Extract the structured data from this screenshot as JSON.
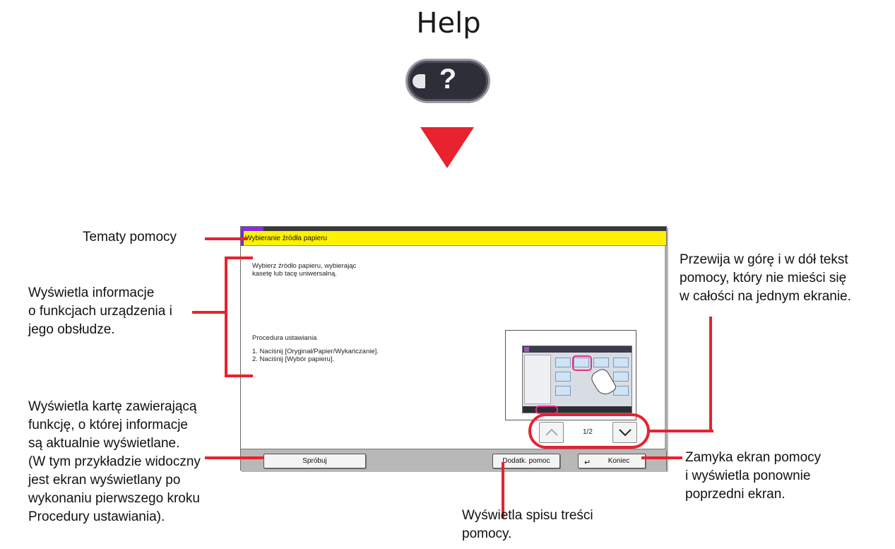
{
  "header": {
    "title": "Help",
    "key_symbol": "?"
  },
  "panel": {
    "topic_title": "Wybieranie źródła papieru",
    "intro_line1": "Wybierz źródło papieru, wybierając",
    "intro_line2": "kasetę lub tacę uniwersalną.",
    "procedure_title": "Procedura ustawiania",
    "step1": "1. Naciśnij [Oryginał/Papier/Wykańczanie].",
    "step2": "2. Naciśnij [Wybór papieru].",
    "page_indicator": "1/2",
    "buttons": {
      "try": "Spróbuj",
      "more_help": "Dodatk. pomoc",
      "end": "Koniec"
    }
  },
  "annotations": {
    "help_topics": "Tematy pomocy",
    "info_line1": "Wyświetla informacje",
    "info_line2": "o funkcjach urządzenia i",
    "info_line3": "jego obsłudze.",
    "scroll_line1": "Przewija w górę i w dół tekst",
    "scroll_line2": "pomocy, który nie mieści się",
    "scroll_line3": "w całości na jednym ekranie.",
    "tab_line1": "Wyświetla kartę zawierającą",
    "tab_line2": "funkcję, o której informacje",
    "tab_line3": "są aktualnie wyświetlane.",
    "tab_line4": "(W tym przykładzie widoczny",
    "tab_line5": "jest ekran wyświetlany po",
    "tab_line6": "wykonaniu pierwszego kroku",
    "tab_line7": "Procedury ustawiania).",
    "toc_line1": "Wyświetla spisu treści",
    "toc_line2": "pomocy.",
    "close_line1": "Zamyka ekran pomocy",
    "close_line2": "i wyświetla ponownie",
    "close_line3": "poprzedni ekran."
  },
  "colors": {
    "callout_red": "#e8222e",
    "topic_yellow": "#fff200",
    "key_dark": "#2e2e38"
  }
}
